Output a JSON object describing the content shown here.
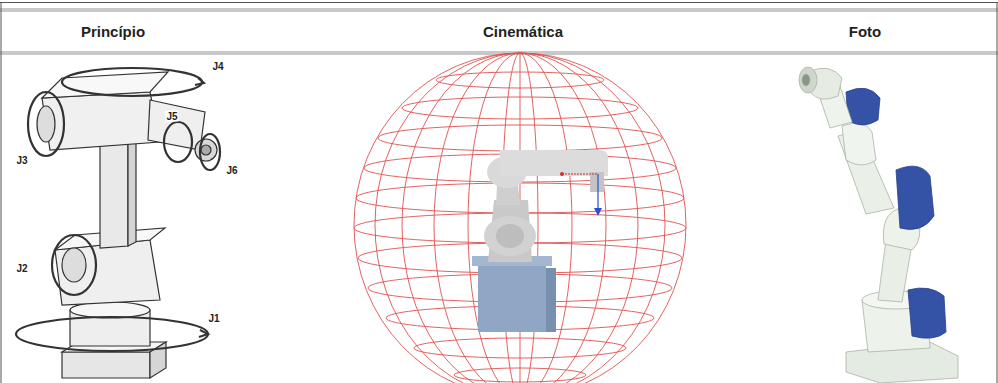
{
  "diagram": {
    "labels": [
      "Princípio",
      "Cinemática",
      "Foto",
      "J4",
      "J3",
      "J5",
      "J6",
      "J2",
      "J1"
    ]
  }
}
